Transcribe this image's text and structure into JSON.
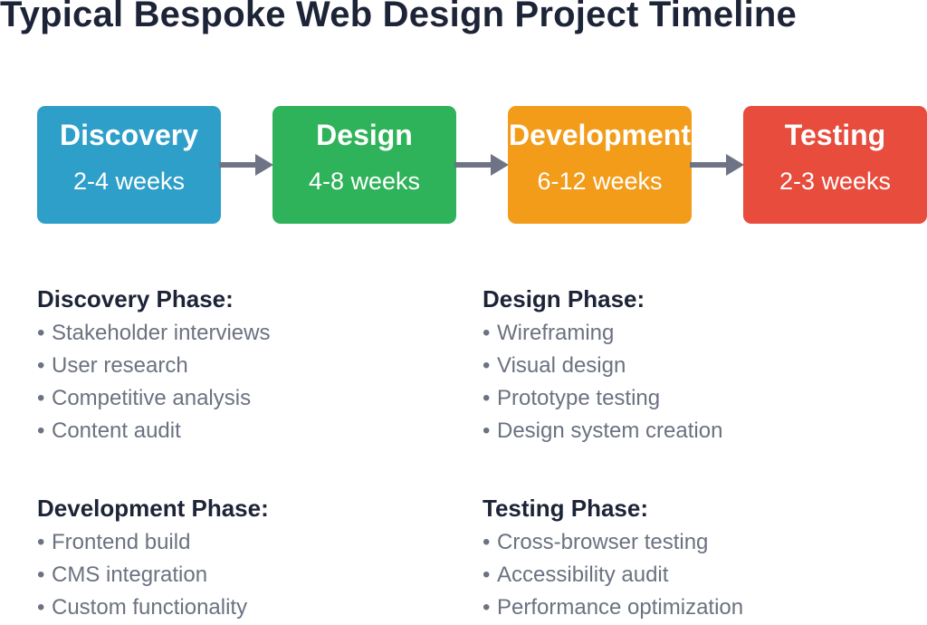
{
  "title": "Typical Bespoke Web Design Project Timeline",
  "phases": [
    {
      "name": "Discovery",
      "duration": "2-4 weeks",
      "color": "#2e9fc8"
    },
    {
      "name": "Design",
      "duration": "4-8 weeks",
      "color": "#2eb25a"
    },
    {
      "name": "Development",
      "duration": "6-12 weeks",
      "color": "#f39c1a"
    },
    {
      "name": "Testing",
      "duration": "2-3 weeks",
      "color": "#e74c3c"
    }
  ],
  "arrow_color": "#6e7486",
  "details": [
    {
      "heading": "Discovery Phase:",
      "items": [
        "Stakeholder interviews",
        "User research",
        "Competitive analysis",
        "Content audit"
      ]
    },
    {
      "heading": "Design Phase:",
      "items": [
        "Wireframing",
        "Visual design",
        "Prototype testing",
        "Design system creation"
      ]
    },
    {
      "heading": "Development Phase:",
      "items": [
        "Frontend build",
        "CMS integration",
        "Custom functionality"
      ]
    },
    {
      "heading": "Testing Phase:",
      "items": [
        "Cross-browser testing",
        "Accessibility audit",
        "Performance optimization"
      ]
    }
  ]
}
